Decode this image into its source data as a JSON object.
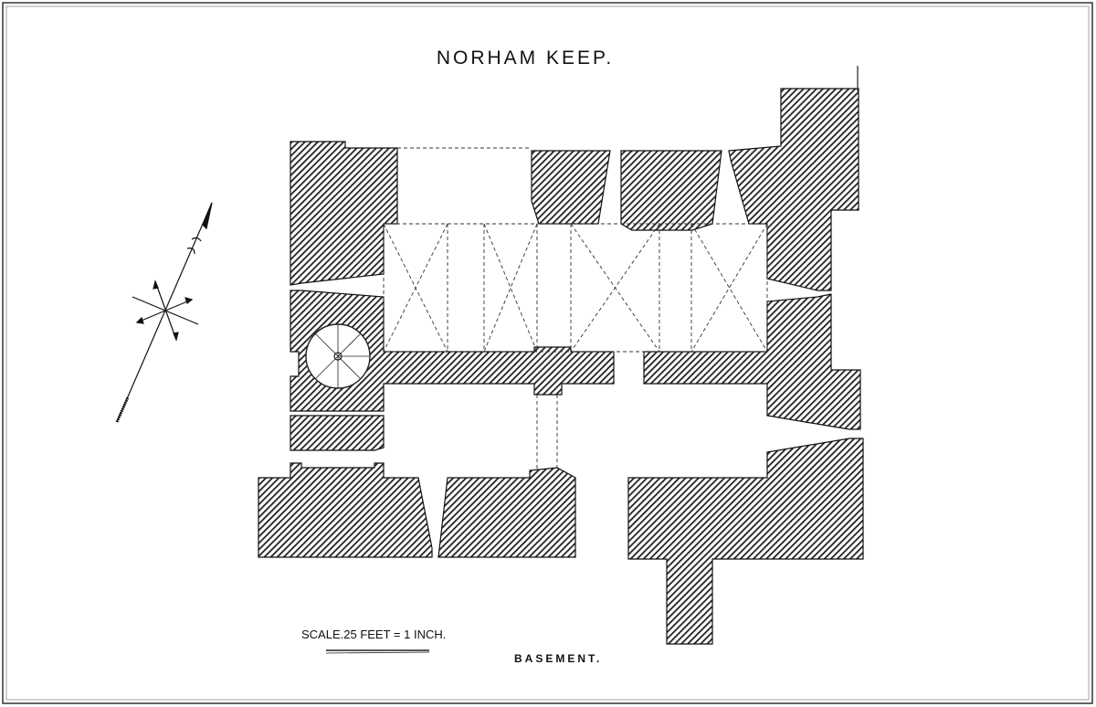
{
  "title": "NORHAM KEEP.",
  "scale_label": "SCALE.25 FEET = 1 INCH.",
  "level_label": "BASEMENT.",
  "colors": {
    "ink": "#222222",
    "paper": "#ffffff"
  }
}
